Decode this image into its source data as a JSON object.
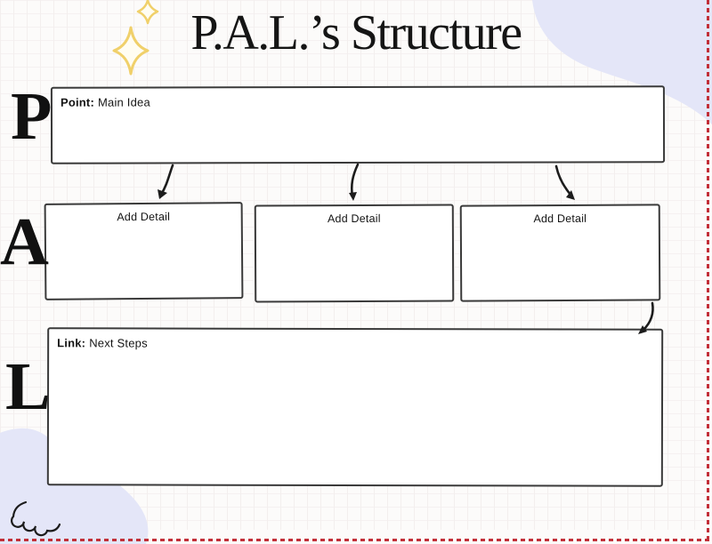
{
  "title": "P.A.L.’s Structure",
  "letters": {
    "p": "P",
    "a": "A",
    "l": "L"
  },
  "point_box": {
    "label_bold": "Point:",
    "label_rest": "Main Idea"
  },
  "detail_boxes": [
    {
      "label": "Add Detail"
    },
    {
      "label": "Add Detail"
    },
    {
      "label": "Add Detail"
    }
  ],
  "link_box": {
    "label_bold": "Link:",
    "label_rest": "Next Steps"
  },
  "icons": {
    "sparkle_small": "four-point-sparkle",
    "sparkle_large": "four-point-sparkle",
    "spiral_doodle": "coil-squiggle",
    "arrows": "curved-hand-drawn-arrow"
  },
  "colors": {
    "background": "#fcfbfa",
    "grid_line": "#f2edee",
    "box_border": "#3a3a3a",
    "ink": "#1c1c1c",
    "accent_red": "#c22f38",
    "blob_lavender": "#e4e6f8",
    "sparkle_yellow": "#f0d06a"
  }
}
